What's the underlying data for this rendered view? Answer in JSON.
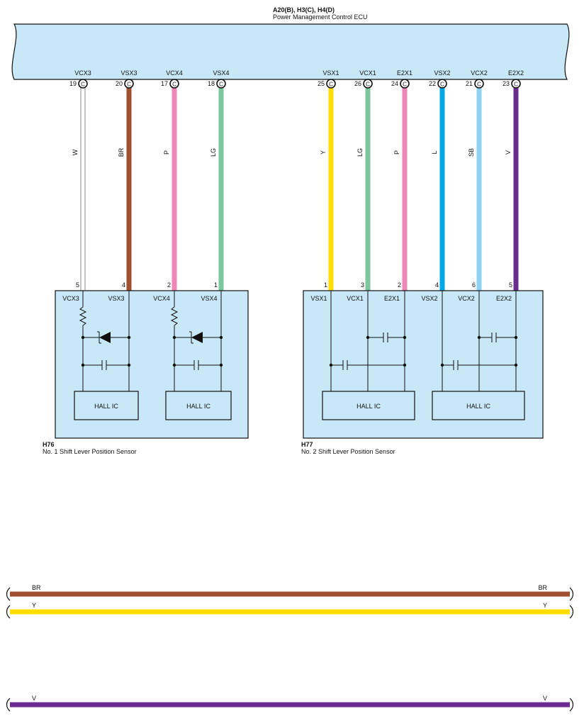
{
  "ecu": {
    "connectors": "A20(B), H3(C), H4(D)",
    "name": "Power Management Control ECU",
    "pins": [
      {
        "name": "VCX3",
        "num": "19",
        "conn": "C",
        "color": "#ffffff",
        "wire": "W"
      },
      {
        "name": "VSX3",
        "num": "20",
        "conn": "C",
        "color": "#a0502e",
        "wire": "BR"
      },
      {
        "name": "VCX4",
        "num": "17",
        "conn": "C",
        "color": "#ee86b8",
        "wire": "P"
      },
      {
        "name": "VSX4",
        "num": "18",
        "conn": "C",
        "color": "#7cc79b",
        "wire": "LG"
      },
      {
        "name": "VSX1",
        "num": "25",
        "conn": "C",
        "color": "#ffdd00",
        "wire": "Y"
      },
      {
        "name": "VCX1",
        "num": "26",
        "conn": "C",
        "color": "#7cc79b",
        "wire": "LG"
      },
      {
        "name": "E2X1",
        "num": "24",
        "conn": "C",
        "color": "#ee86b8",
        "wire": "P"
      },
      {
        "name": "VSX2",
        "num": "22",
        "conn": "C",
        "color": "#00a8e8",
        "wire": "L"
      },
      {
        "name": "VCX2",
        "num": "21",
        "conn": "C",
        "color": "#8fd3f2",
        "wire": "SB"
      },
      {
        "name": "E2X2",
        "num": "23",
        "conn": "C",
        "color": "#6a2c91",
        "wire": "V"
      }
    ]
  },
  "sensors": [
    {
      "code": "H76",
      "name": "No.  1 Shift Lever Position Sensor",
      "pins": [
        {
          "name": "VCX3",
          "num": "5"
        },
        {
          "name": "VSX3",
          "num": "4"
        },
        {
          "name": "VCX4",
          "num": "2"
        },
        {
          "name": "VSX4",
          "num": "1"
        }
      ],
      "hall_label": "HALL IC"
    },
    {
      "code": "H77",
      "name": "No.  2 Shift Lever Position Sensor",
      "pins": [
        {
          "name": "VSX1",
          "num": "1"
        },
        {
          "name": "VCX1",
          "num": "3"
        },
        {
          "name": "E2X1",
          "num": "2"
        },
        {
          "name": "VSX2",
          "num": "4"
        },
        {
          "name": "VCX2",
          "num": "6"
        },
        {
          "name": "E2X2",
          "num": "5"
        }
      ],
      "hall_label": "HALL IC"
    }
  ],
  "buses": [
    {
      "label": "BR",
      "color": "#a0502e"
    },
    {
      "label": "Y",
      "color": "#ffdd00"
    },
    {
      "label": "V",
      "color": "#6a2c91"
    }
  ],
  "colors": {
    "ecu_fill": "#c8e8f8",
    "sensor_fill": "#c8e8f8",
    "line": "#111111"
  }
}
